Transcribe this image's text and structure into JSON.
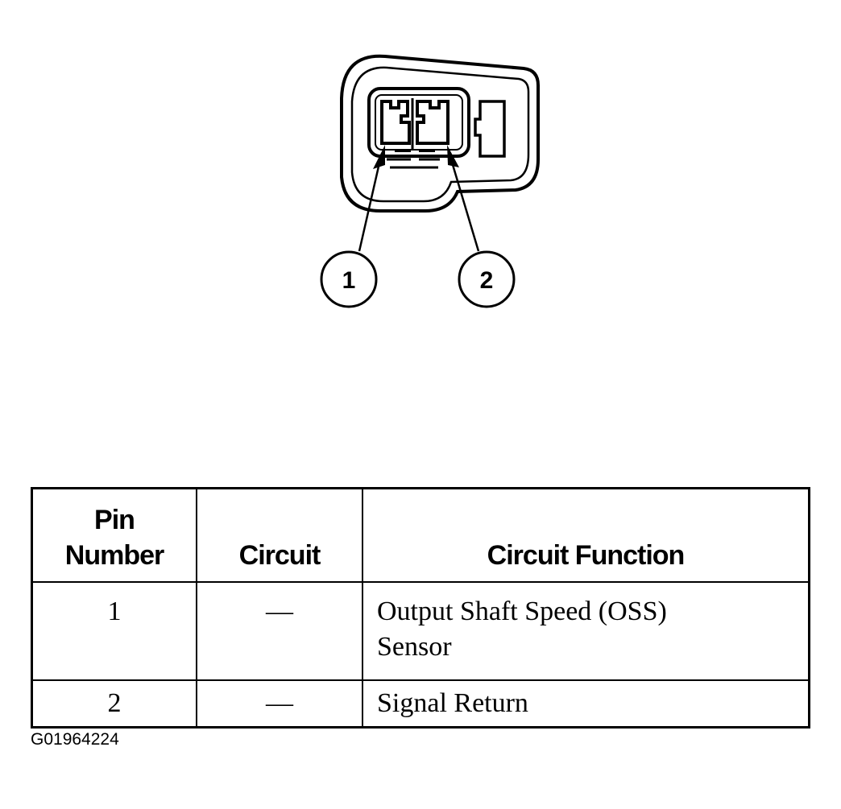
{
  "callouts": [
    "1",
    "2"
  ],
  "table": {
    "headers": [
      "Pin\nNumber",
      "Circuit",
      "Circuit Function"
    ],
    "rows": [
      {
        "pin": "1",
        "circuit": "—",
        "function": "Output Shaft Speed (OSS)\nSensor"
      },
      {
        "pin": "2",
        "circuit": "—",
        "function": "Signal Return"
      }
    ]
  },
  "figure_id": "G01964224"
}
